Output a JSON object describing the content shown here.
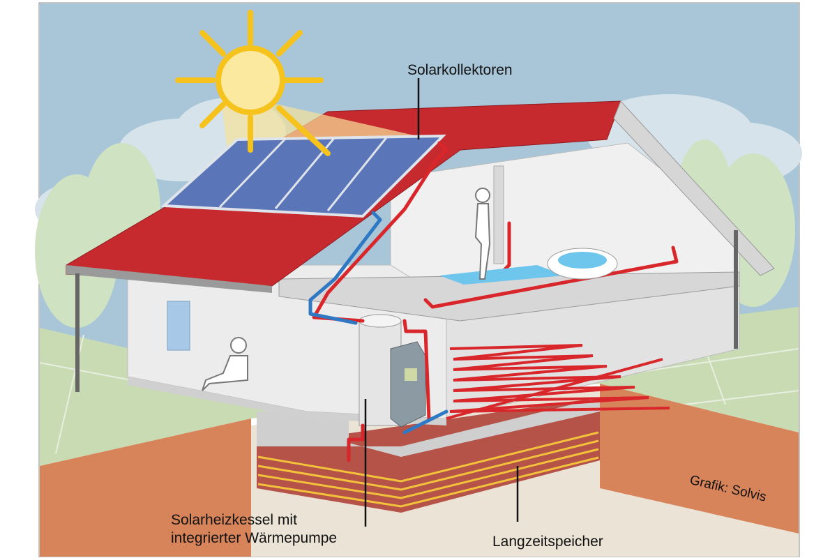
{
  "labels": {
    "solar_collectors": "Solarkollektoren",
    "boiler_line1": "Solarheizkessel mit",
    "boiler_line2": "integrierter Wärmepumpe",
    "long_term_storage": "Langzeitspeicher",
    "credit": "Grafik: Solvis"
  },
  "colors": {
    "sky": "#a9c6d9",
    "roof": "#c72a2e",
    "solar_panel": "#5a76b8",
    "hot_pipe": "#d8262b",
    "cold_pipe": "#2f78c4",
    "sun": "#f6c21c",
    "soil": "#d8845a",
    "lawn": "#c9dbb3",
    "wall": "#ececec"
  }
}
